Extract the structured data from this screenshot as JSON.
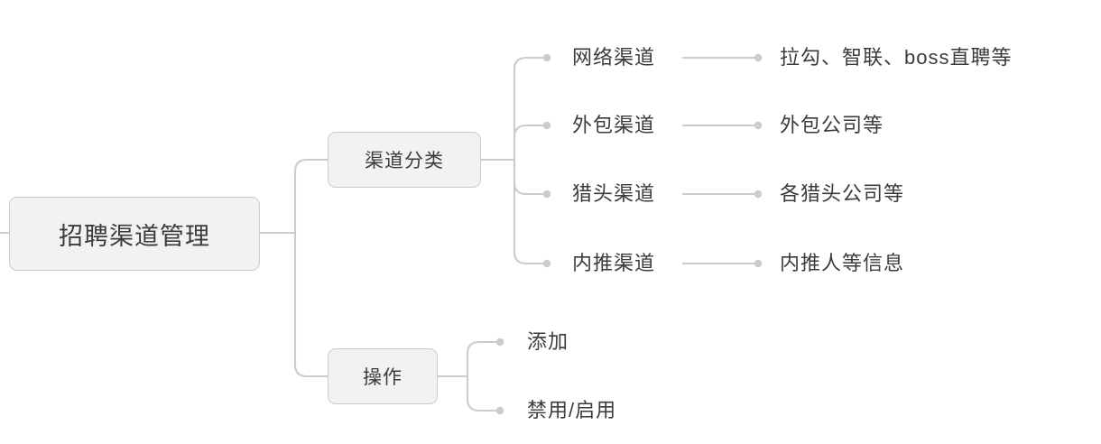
{
  "diagram": {
    "type": "mind-map",
    "title": "招聘渠道管理",
    "background": "#ffffff",
    "node_fill": "#f2f2f2",
    "node_border": "#cccccc",
    "line_color": "#cccccc",
    "text_color": "#3b3b3b",
    "root": {
      "label": "招聘渠道管理"
    },
    "branches": [
      {
        "label": "渠道分类",
        "leaves": [
          {
            "label": "网络渠道",
            "description": "拉勾、智联、boss直聘等"
          },
          {
            "label": "外包渠道",
            "description": "外包公司等"
          },
          {
            "label": "猎头渠道",
            "description": "各猎头公司等"
          },
          {
            "label": "内推渠道",
            "description": "内推人等信息"
          }
        ]
      },
      {
        "label": "操作",
        "leaves": [
          {
            "label": "添加",
            "description": ""
          },
          {
            "label": "禁用/启用",
            "description": ""
          }
        ]
      }
    ]
  }
}
